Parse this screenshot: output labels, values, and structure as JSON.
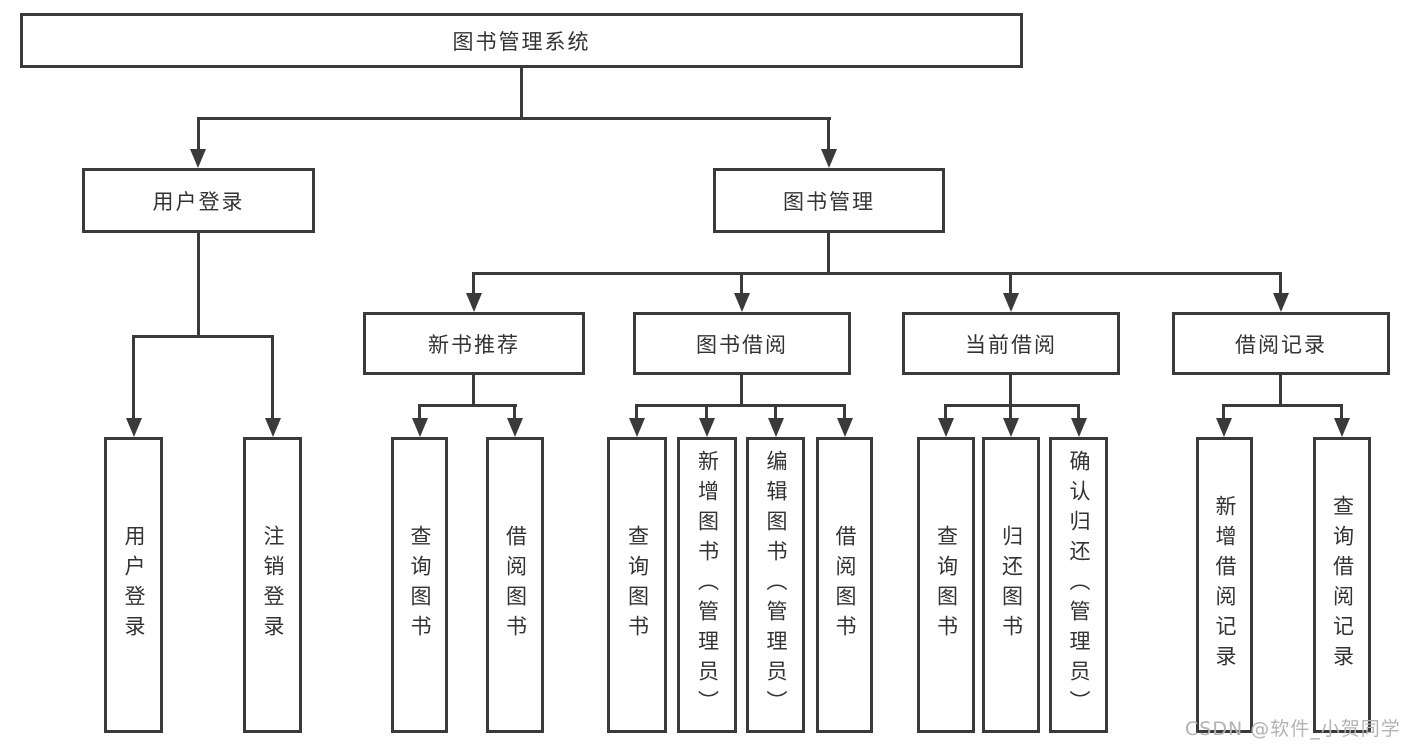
{
  "colors": {
    "line": "#3a3a3a",
    "text": "#333333",
    "box_background": "#ffffff",
    "page_background": "#ffffff",
    "watermark": "#b3b3b3"
  },
  "watermark": "CSDN @软件_小贺同学",
  "tree": {
    "label": "图书管理系统",
    "children": [
      {
        "label": "用户登录",
        "children": [
          {
            "label": "用户登录"
          },
          {
            "label": "注销登录"
          }
        ]
      },
      {
        "label": "图书管理",
        "children": [
          {
            "label": "新书推荐",
            "children": [
              {
                "label": "查询图书"
              },
              {
                "label": "借阅图书"
              }
            ]
          },
          {
            "label": "图书借阅",
            "children": [
              {
                "label": "查询图书"
              },
              {
                "label": "新增图书（管理员）"
              },
              {
                "label": "编辑图书（管理员）"
              },
              {
                "label": "借阅图书"
              }
            ]
          },
          {
            "label": "当前借阅",
            "children": [
              {
                "label": "查询图书"
              },
              {
                "label": "归还图书"
              },
              {
                "label": "确认归还（管理员）"
              }
            ]
          },
          {
            "label": "借阅记录",
            "children": [
              {
                "label": "新增借阅记录"
              },
              {
                "label": "查询借阅记录"
              }
            ]
          }
        ]
      }
    ]
  }
}
